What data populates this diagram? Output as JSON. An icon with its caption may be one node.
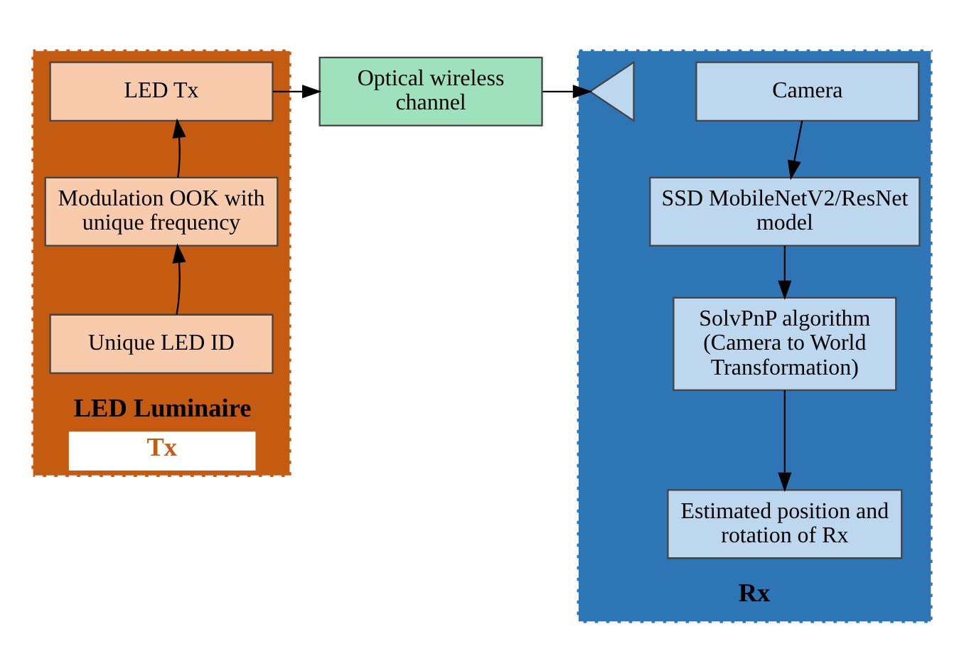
{
  "diagram": {
    "nodes": [
      {
        "text": [
          "LED Luminaire",
          "Tx"
        ]
      },
      {
        "text": [
          "LED Tx"
        ],
        "in": 0
      },
      {
        "text": [
          "Modulation OOK with unique frequency"
        ],
        "in": 0
      },
      {
        "text": [
          "Unique LED ID"
        ],
        "in": 0
      },
      {
        "text": [
          "Optical wireless channel"
        ]
      },
      {
        "text": [
          "Rx"
        ]
      },
      {
        "text": [],
        "shape": "triangle",
        "in": 5
      },
      {
        "text": [
          "Camera"
        ],
        "in": 5
      },
      {
        "text": [
          "SSD MobileNetV2/ResNet model"
        ],
        "in": 5
      },
      {
        "text": [
          "SolvPnP algorithm (Camera to World Transformation)"
        ],
        "in": 5
      },
      {
        "text": [
          "Estimated position and rotation of Rx"
        ],
        "in": 5
      }
    ],
    "edges": [
      {
        "from": 3,
        "to": 2,
        "arrow": "to"
      },
      {
        "from": 2,
        "to": 1,
        "arrow": "to"
      },
      {
        "from": 1,
        "to": 4,
        "arrow": "to"
      },
      {
        "from": 4,
        "to": 6,
        "arrow": "to"
      },
      {
        "from": 7,
        "to": 8,
        "arrow": "to"
      },
      {
        "from": 8,
        "to": 9,
        "arrow": "to"
      },
      {
        "from": 9,
        "to": 10,
        "arrow": "to"
      }
    ]
  }
}
